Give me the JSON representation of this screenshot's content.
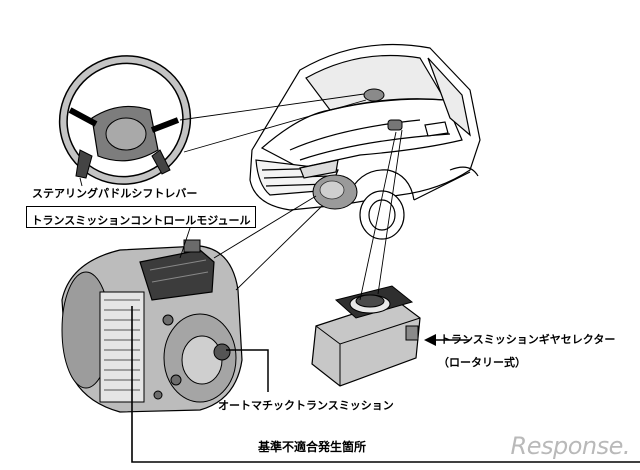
{
  "labels": {
    "paddle_shift": "ステアリングパドルシフトレバー",
    "tcm": "トランスミッションコントロールモジュール",
    "gear_selector_line1": "トランスミッションギヤセレクター",
    "gear_selector_line2": "（ロータリー式）",
    "automatic_transmission": "オートマチックトランスミッション",
    "defect_location": "基準不適合発生箇所"
  },
  "watermark": {
    "text": "Response."
  },
  "colors": {
    "line": "#000000",
    "shade": "#b8b8b8",
    "dark": "#555555",
    "watermark": "#b9b9b9"
  }
}
